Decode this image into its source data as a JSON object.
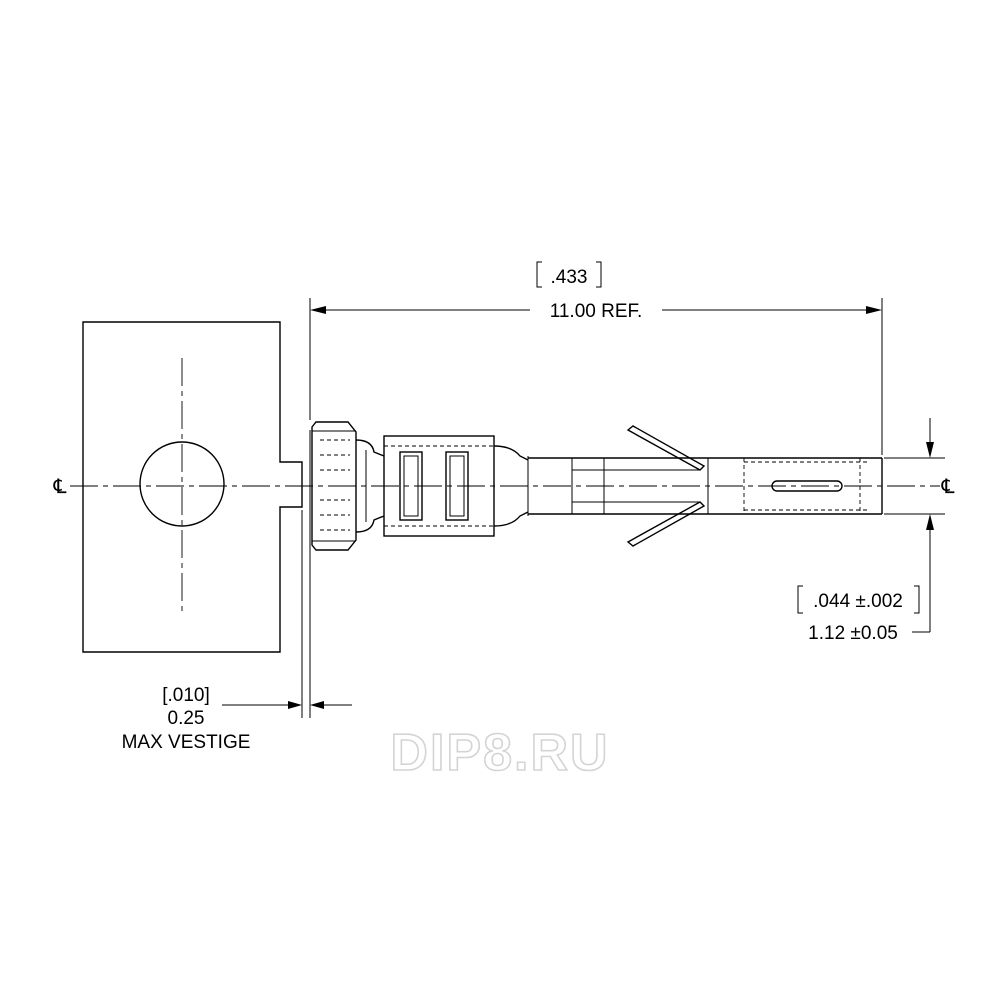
{
  "dimensions": {
    "overall_length": {
      "inch": ".433",
      "mm": "11.00  REF."
    },
    "pin_diameter": {
      "inch": ".044 ±.002",
      "mm": "1.12 ±0.05"
    },
    "vestige": {
      "inch": "[.010]",
      "mm": "0.25",
      "note": "MAX VESTIGE"
    }
  },
  "centerline_symbol": "℄",
  "watermark": "DIP8.RU",
  "colors": {
    "line": "#000000",
    "watermark_outline": "#d4d4d4",
    "background": "#ffffff"
  }
}
